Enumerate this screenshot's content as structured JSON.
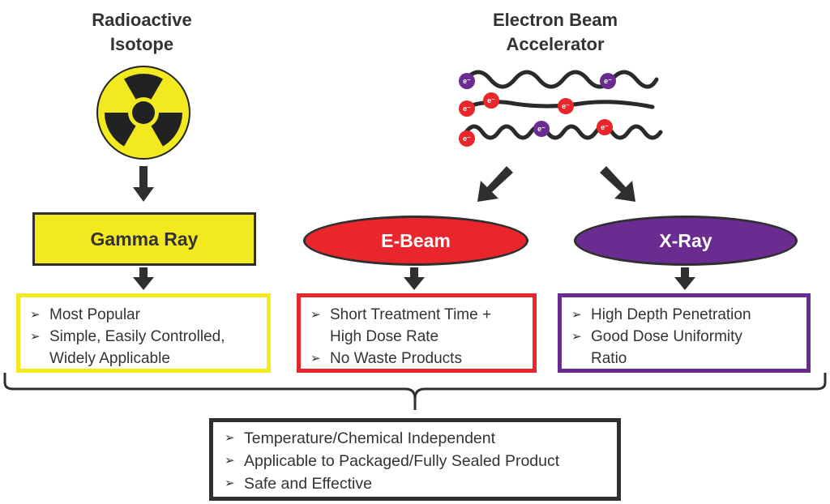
{
  "left_source": {
    "title_line1": "Radioactive",
    "title_line2": "Isotope",
    "icon": "radiation-trefoil-icon"
  },
  "right_source": {
    "title_line1": "Electron Beam",
    "title_line2": "Accelerator",
    "icon": "electron-beam-waves-icon",
    "electron_label": "e⁻"
  },
  "nodes": {
    "gamma": {
      "label": "Gamma Ray",
      "color": "#f2ea1e"
    },
    "ebeam": {
      "label": "E-Beam",
      "color": "#e8262b"
    },
    "xray": {
      "label": "X-Ray",
      "color": "#6a2c91"
    }
  },
  "lists": {
    "gamma": {
      "border_color": "#f2ea1e",
      "items": [
        "Most Popular",
        "Simple, Easily Controlled,",
        "Widely Applicable"
      ]
    },
    "ebeam": {
      "border_color": "#e8262b",
      "items": [
        "Short Treatment Time +",
        "High Dose Rate",
        "No Waste Products"
      ]
    },
    "xray": {
      "border_color": "#6a2c91",
      "items": [
        "High Depth Penetration",
        "Good Dose Uniformity",
        "Ratio"
      ]
    }
  },
  "common": {
    "items": [
      "Temperature/Chemical Independent",
      "Applicable to Packaged/Fully Sealed Product",
      "Safe and Effective"
    ]
  },
  "bullet_glyph": "➢"
}
